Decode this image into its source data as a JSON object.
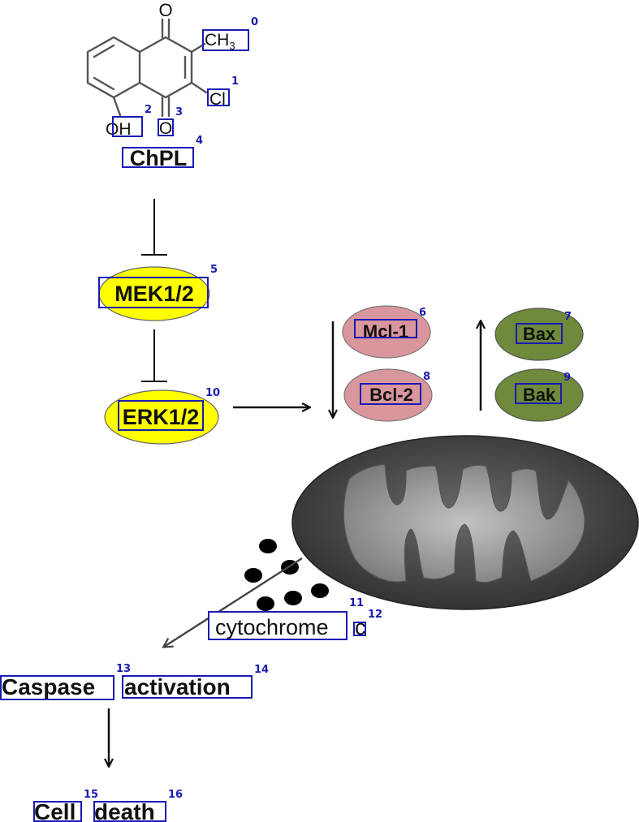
{
  "molecule": {
    "atom_o_top": "O",
    "ch3": "CH",
    "ch3_sub": "3",
    "cl": "Cl",
    "oh": "OH",
    "o_bottom": "O",
    "name": "ChPL"
  },
  "nodes": {
    "mek": "MEK1/2",
    "erk": "ERK1/2",
    "mcl1": "Mcl-1",
    "bcl2": "Bcl-2",
    "bax": "Bax",
    "bak": "Bak"
  },
  "cytochrome": {
    "word": "cytochrome",
    "letter": "c"
  },
  "outcomes": {
    "caspase": "Caspase",
    "activation": "activation",
    "cell": "Cell",
    "death": "death"
  },
  "annotation_indices": [
    "0",
    "1",
    "2",
    "3",
    "4",
    "5",
    "6",
    "7",
    "8",
    "9",
    "10",
    "11",
    "12",
    "13",
    "14",
    "15",
    "16"
  ],
  "colors": {
    "box": "#1a1ab4",
    "yellow_node": "#ffff00",
    "pink_node": "#d9969c",
    "green_node": "#6e8a3a",
    "mito_outer": "#4a4a4a",
    "mito_inner": "#a8a8a8"
  }
}
